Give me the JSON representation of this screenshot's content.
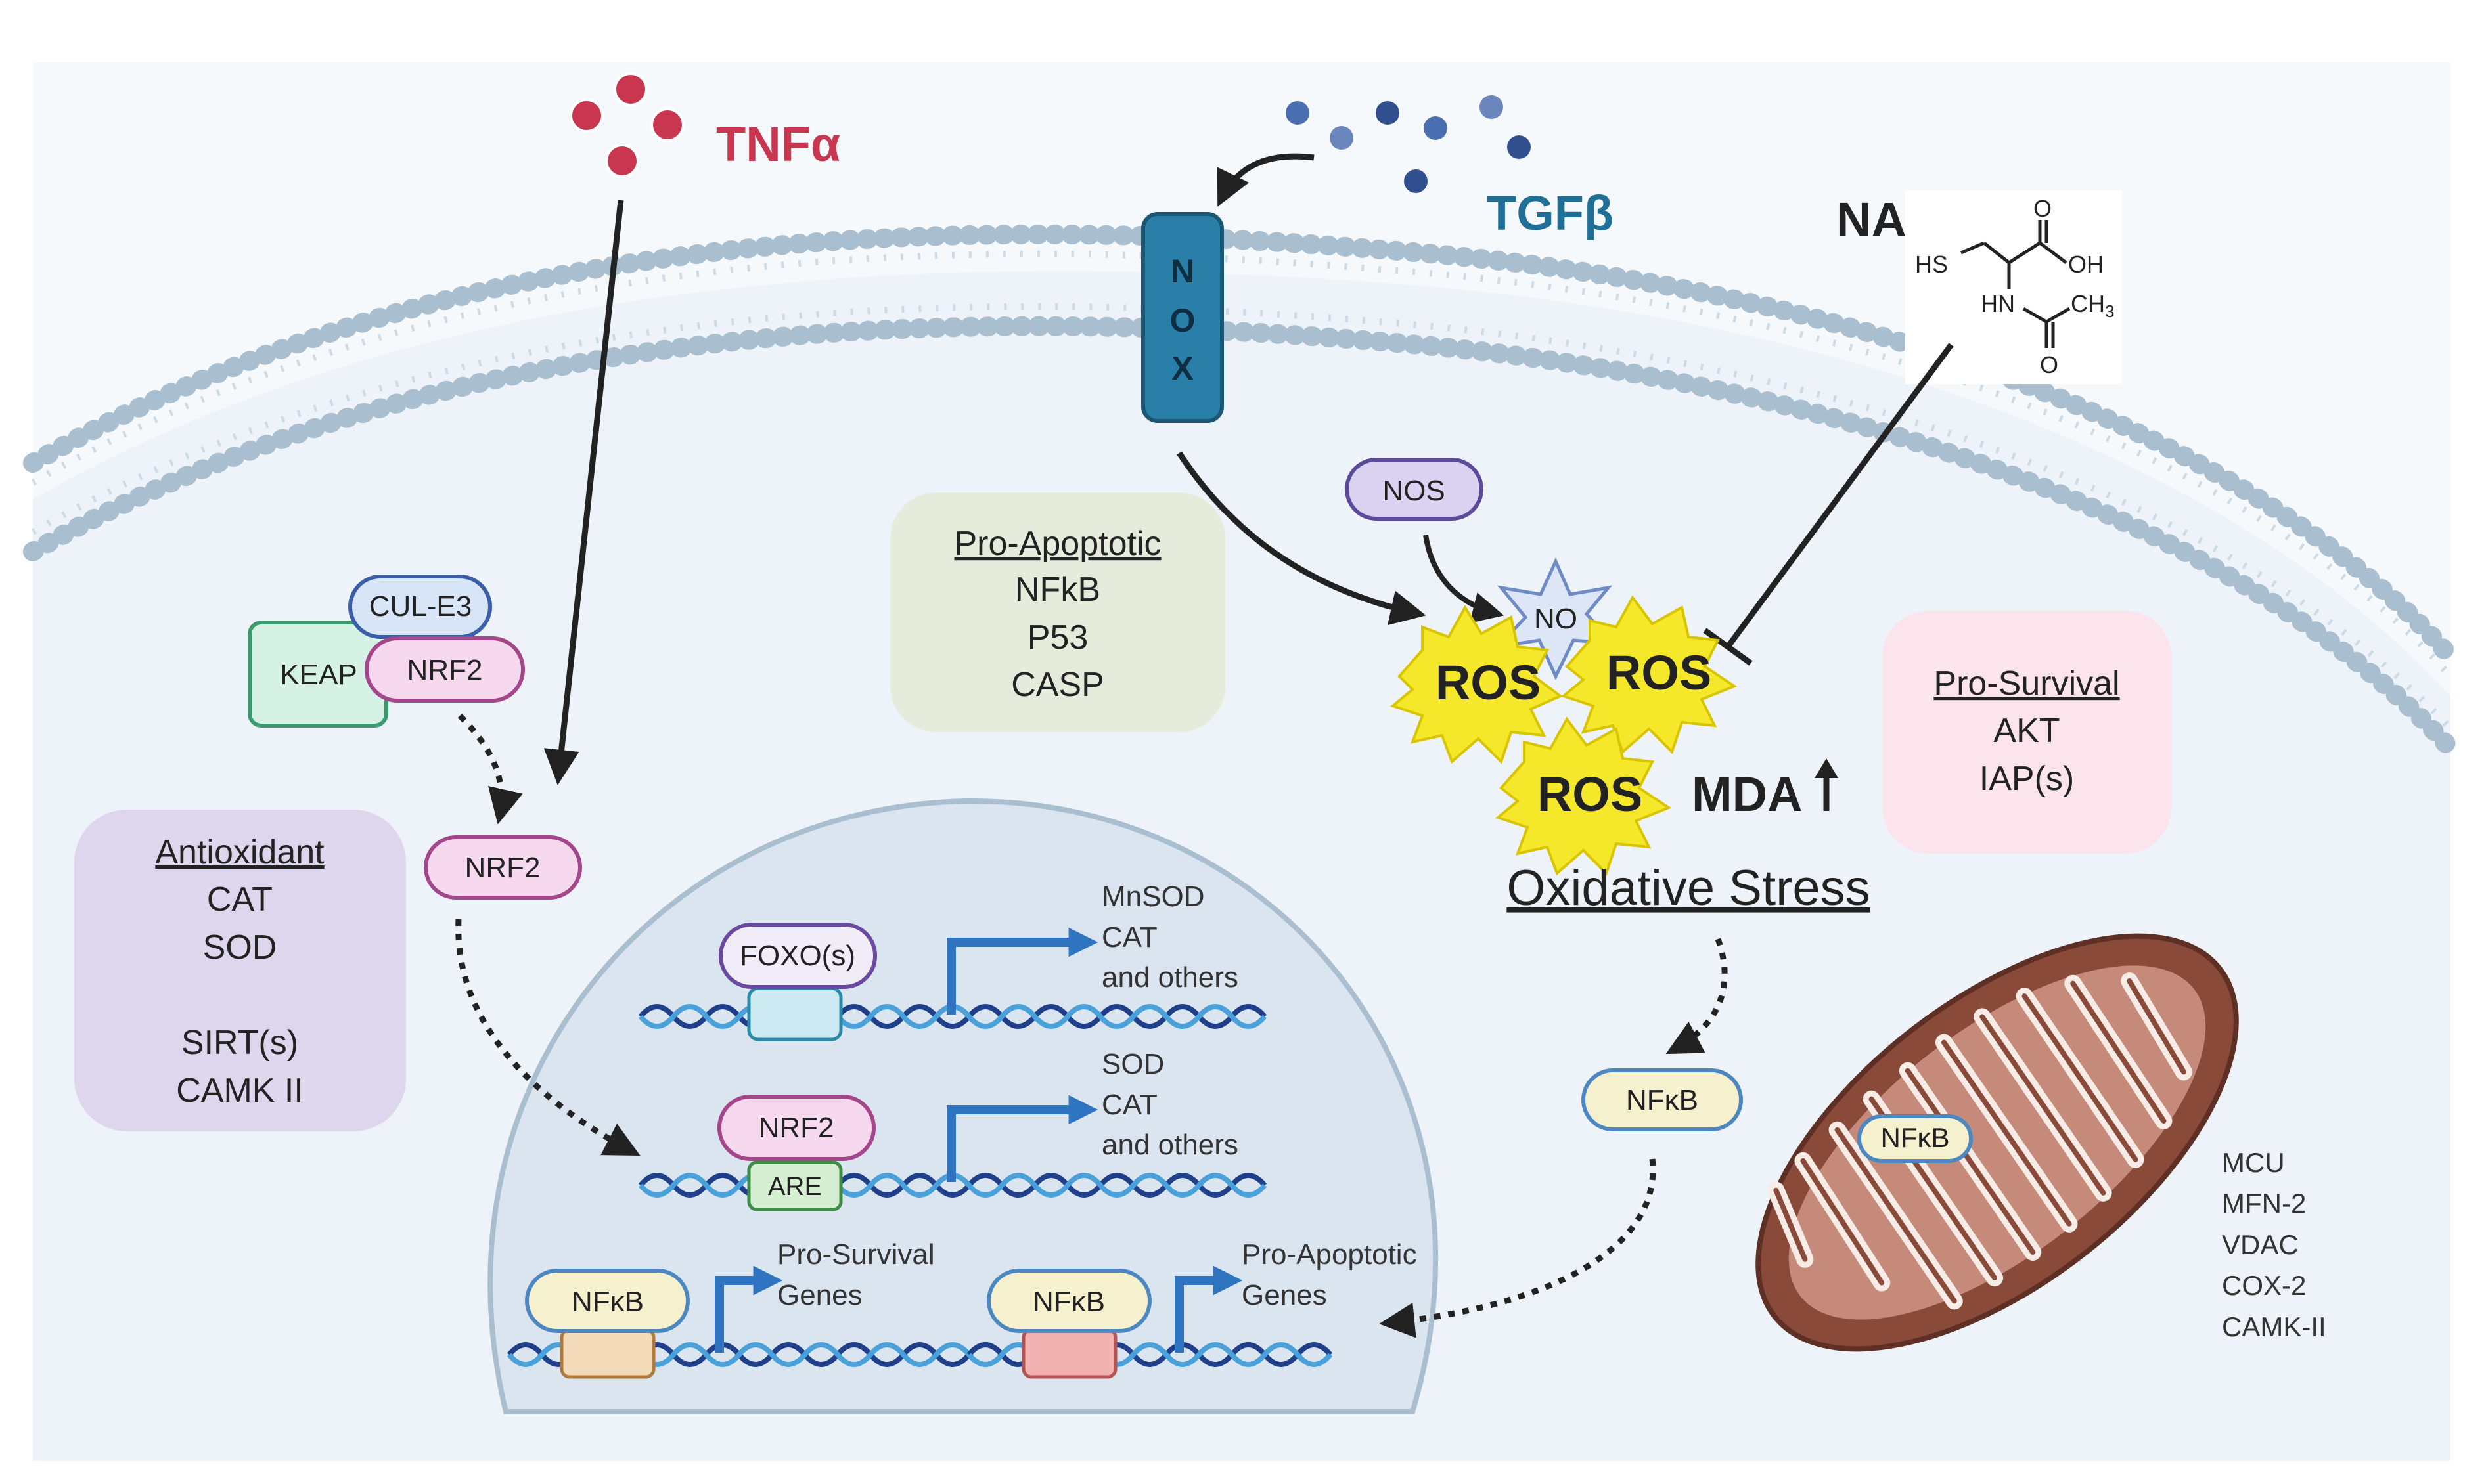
{
  "ligands": {
    "tnf": "TNFα",
    "tgf": "TGFβ",
    "nac": "NAC"
  },
  "nac_structure": {
    "o_top": "O",
    "oh": "OH",
    "hs": "HS",
    "hn": "HN",
    "ch3": "CH",
    "ch3_sub": "3",
    "o_bottom": "O"
  },
  "nox": [
    "N",
    "O",
    "X"
  ],
  "proteins": {
    "nos": "NOS",
    "no": "NO",
    "cul_e3": "CUL-E3",
    "keap": "KEAP",
    "nrf2_complex": "NRF2",
    "nrf2_free": "NRF2",
    "foxo": "FOXO(s)",
    "nrf2_nuclear": "NRF2",
    "are": "ARE",
    "nfkb_nuc_left": "NFκB",
    "nfkb_nuc_right": "NFκB",
    "nfkb_cyto": "NFκB",
    "nfkb_mito": "NFκB"
  },
  "ros": [
    "ROS",
    "ROS",
    "ROS"
  ],
  "mda": "MDA",
  "oxidative_stress": "Oxidative Stress",
  "pro_apoptotic_box": {
    "title": "Pro-Apoptotic",
    "items": [
      "NFkB",
      "P53",
      "CASP"
    ]
  },
  "pro_survival_box": {
    "title": "Pro-Survival",
    "items": [
      "AKT",
      "IAP(s)"
    ]
  },
  "antioxidant_box": {
    "title": "Antioxidant",
    "items": [
      "CAT",
      "SOD",
      "",
      "SIRT(s)",
      "CAMK II"
    ]
  },
  "gene_targets": {
    "foxo_targets": [
      "MnSOD",
      "CAT",
      "and others"
    ],
    "nrf2_targets": [
      "SOD",
      "CAT",
      "and others"
    ],
    "survival_genes": [
      "Pro-Survival",
      "Genes"
    ],
    "apoptotic_genes": [
      "Pro-Apoptotic",
      "Genes"
    ]
  },
  "mito_list": [
    "MCU",
    "MFN-2",
    "VDAC",
    "COX-2",
    "CAMK-II"
  ],
  "colors": {
    "tnf": "#c8374f",
    "tgf": "#1f6f97",
    "tgf_dots": "#2f4f8f",
    "nox": "#2a7fa8",
    "ros": "#f5e82a",
    "mito": "#8a4a3a",
    "membrane": "#a9bfd0",
    "promoter_arrow": "#2f74c0"
  }
}
